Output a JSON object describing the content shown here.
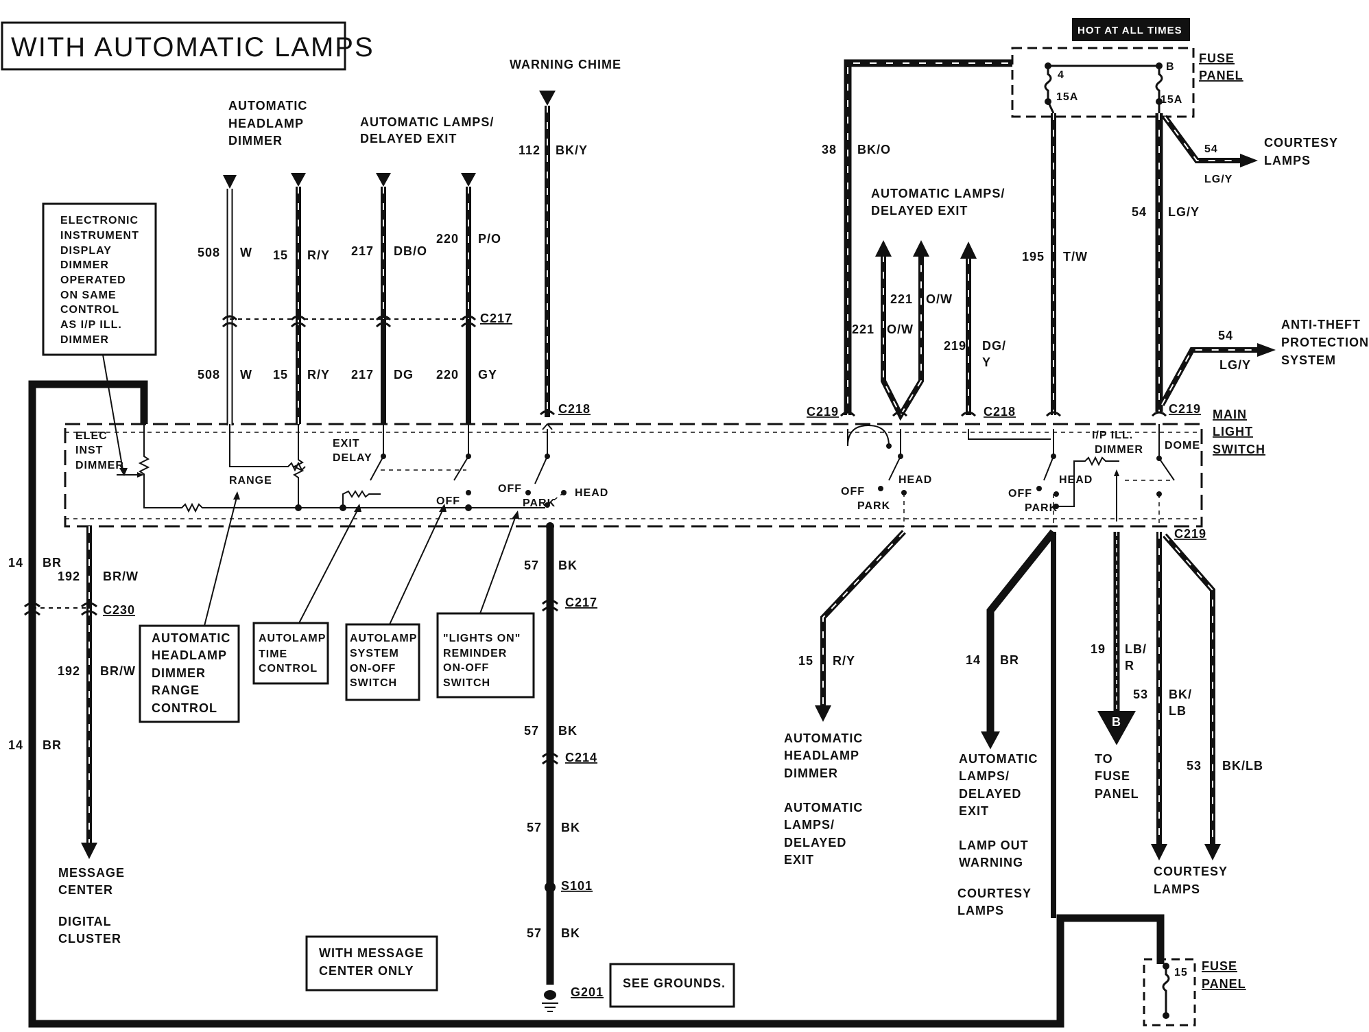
{
  "title": "WITH AUTOMATIC LAMPS",
  "hot_at_all_times": "HOT AT ALL TIMES",
  "fuse_panel_top": {
    "line1": "FUSE",
    "line2": "PANEL",
    "fuse_a_num": "4",
    "fuse_a_amp": "15A",
    "fuse_b_num": "B",
    "fuse_b_amp": "15A"
  },
  "fuse_panel_bottom": {
    "line1": "FUSE",
    "line2": "PANEL",
    "fuse_num": "15"
  },
  "destinations": {
    "auto_headlamp_dimmer_top": [
      "AUTOMATIC",
      "HEADLAMP",
      "DIMMER"
    ],
    "auto_lamps_delayed_exit_left": [
      "AUTOMATIC LAMPS/",
      "DELAYED EXIT"
    ],
    "warning_chime": "WARNING CHIME",
    "auto_lamps_delayed_exit_right": [
      "AUTOMATIC LAMPS/",
      "DELAYED EXIT"
    ],
    "courtesy_lamps_top": [
      "COURTESY",
      "LAMPS"
    ],
    "anti_theft": [
      "ANTI-THEFT",
      "PROTECTION",
      "SYSTEM"
    ],
    "message_center": [
      "MESSAGE",
      "CENTER"
    ],
    "digital_cluster": [
      "DIGITAL",
      "CLUSTER"
    ],
    "bottom_dimmer": [
      "AUTOMATIC",
      "HEADLAMP",
      "DIMMER"
    ],
    "bottom_auto_lamps": [
      "AUTOMATIC",
      "LAMPS/",
      "DELAYED",
      "EXIT"
    ],
    "bottom_auto_lamps2": [
      "AUTOMATIC",
      "LAMPS/",
      "DELAYED",
      "EXIT"
    ],
    "lamp_out_warning": [
      "LAMP OUT",
      "WARNING"
    ],
    "courtesy_lamps_mid": [
      "COURTESY",
      "LAMPS"
    ],
    "to_fuse_panel": [
      "TO",
      "FUSE",
      "PANEL"
    ],
    "courtesy_lamps_bottom": [
      "COURTESY",
      "LAMPS"
    ],
    "ref_b": "B"
  },
  "notes": {
    "electronic_display": [
      "ELECTRONIC",
      "INSTRUMENT",
      "DISPLAY",
      "DIMMER",
      "OPERATED",
      "ON SAME",
      "CONTROL",
      "AS I/P ILL.",
      "DIMMER"
    ],
    "range_control": [
      "AUTOMATIC",
      "HEADLAMP",
      "DIMMER",
      "RANGE",
      "CONTROL"
    ],
    "time_control": [
      "AUTOLAMP",
      "TIME",
      "CONTROL"
    ],
    "system_switch": [
      "AUTOLAMP",
      "SYSTEM",
      "ON-OFF",
      "SWITCH"
    ],
    "lights_on": [
      "\"LIGHTS ON\"",
      "REMINDER",
      "ON-OFF",
      "SWITCH"
    ],
    "message_center_only": [
      "WITH MESSAGE",
      "CENTER ONLY"
    ],
    "see_grounds": "SEE GROUNDS."
  },
  "switch": {
    "main_light_switch": [
      "MAIN",
      "LIGHT",
      "SWITCH"
    ],
    "elec_inst_dimmer": [
      "ELEC",
      "INST",
      "DIMMER"
    ],
    "range": "RANGE",
    "exit_delay": [
      "EXIT",
      "DELAY"
    ],
    "off": "OFF",
    "park": "PARK",
    "head": "HEAD",
    "ip_ill_dimmer": [
      "I/P ILL.",
      "DIMMER"
    ],
    "dome": "DOME"
  },
  "connectors": {
    "c217": "C217",
    "c218": "C218",
    "c219": "C219",
    "c230": "C230",
    "c214": "C214",
    "s101": "S101",
    "g201": "G201"
  },
  "circuits": {
    "508": "508",
    "w": "W",
    "15": "15",
    "ry": "R/Y",
    "217": "217",
    "dbo": "DB/O",
    "dg": "DG",
    "220": "220",
    "po": "P/O",
    "gy": "GY",
    "112": "112",
    "bky": "BK/Y",
    "38": "38",
    "bko": "BK/O",
    "221": "221",
    "ow": "O/W",
    "219": "219",
    "dgy1": "DG/",
    "dgy2": "Y",
    "195": "195",
    "tw": "T/W",
    "54": "54",
    "lgy": "LG/Y",
    "14": "14",
    "br": "BR",
    "192": "192",
    "brw": "BR/W",
    "57": "57",
    "bk": "BK",
    "19": "19",
    "lbr1": "LB/",
    "lbr2": "R",
    "53": "53",
    "bklb1": "BK/",
    "bklb2": "LB",
    "bklb": "BK/LB"
  }
}
